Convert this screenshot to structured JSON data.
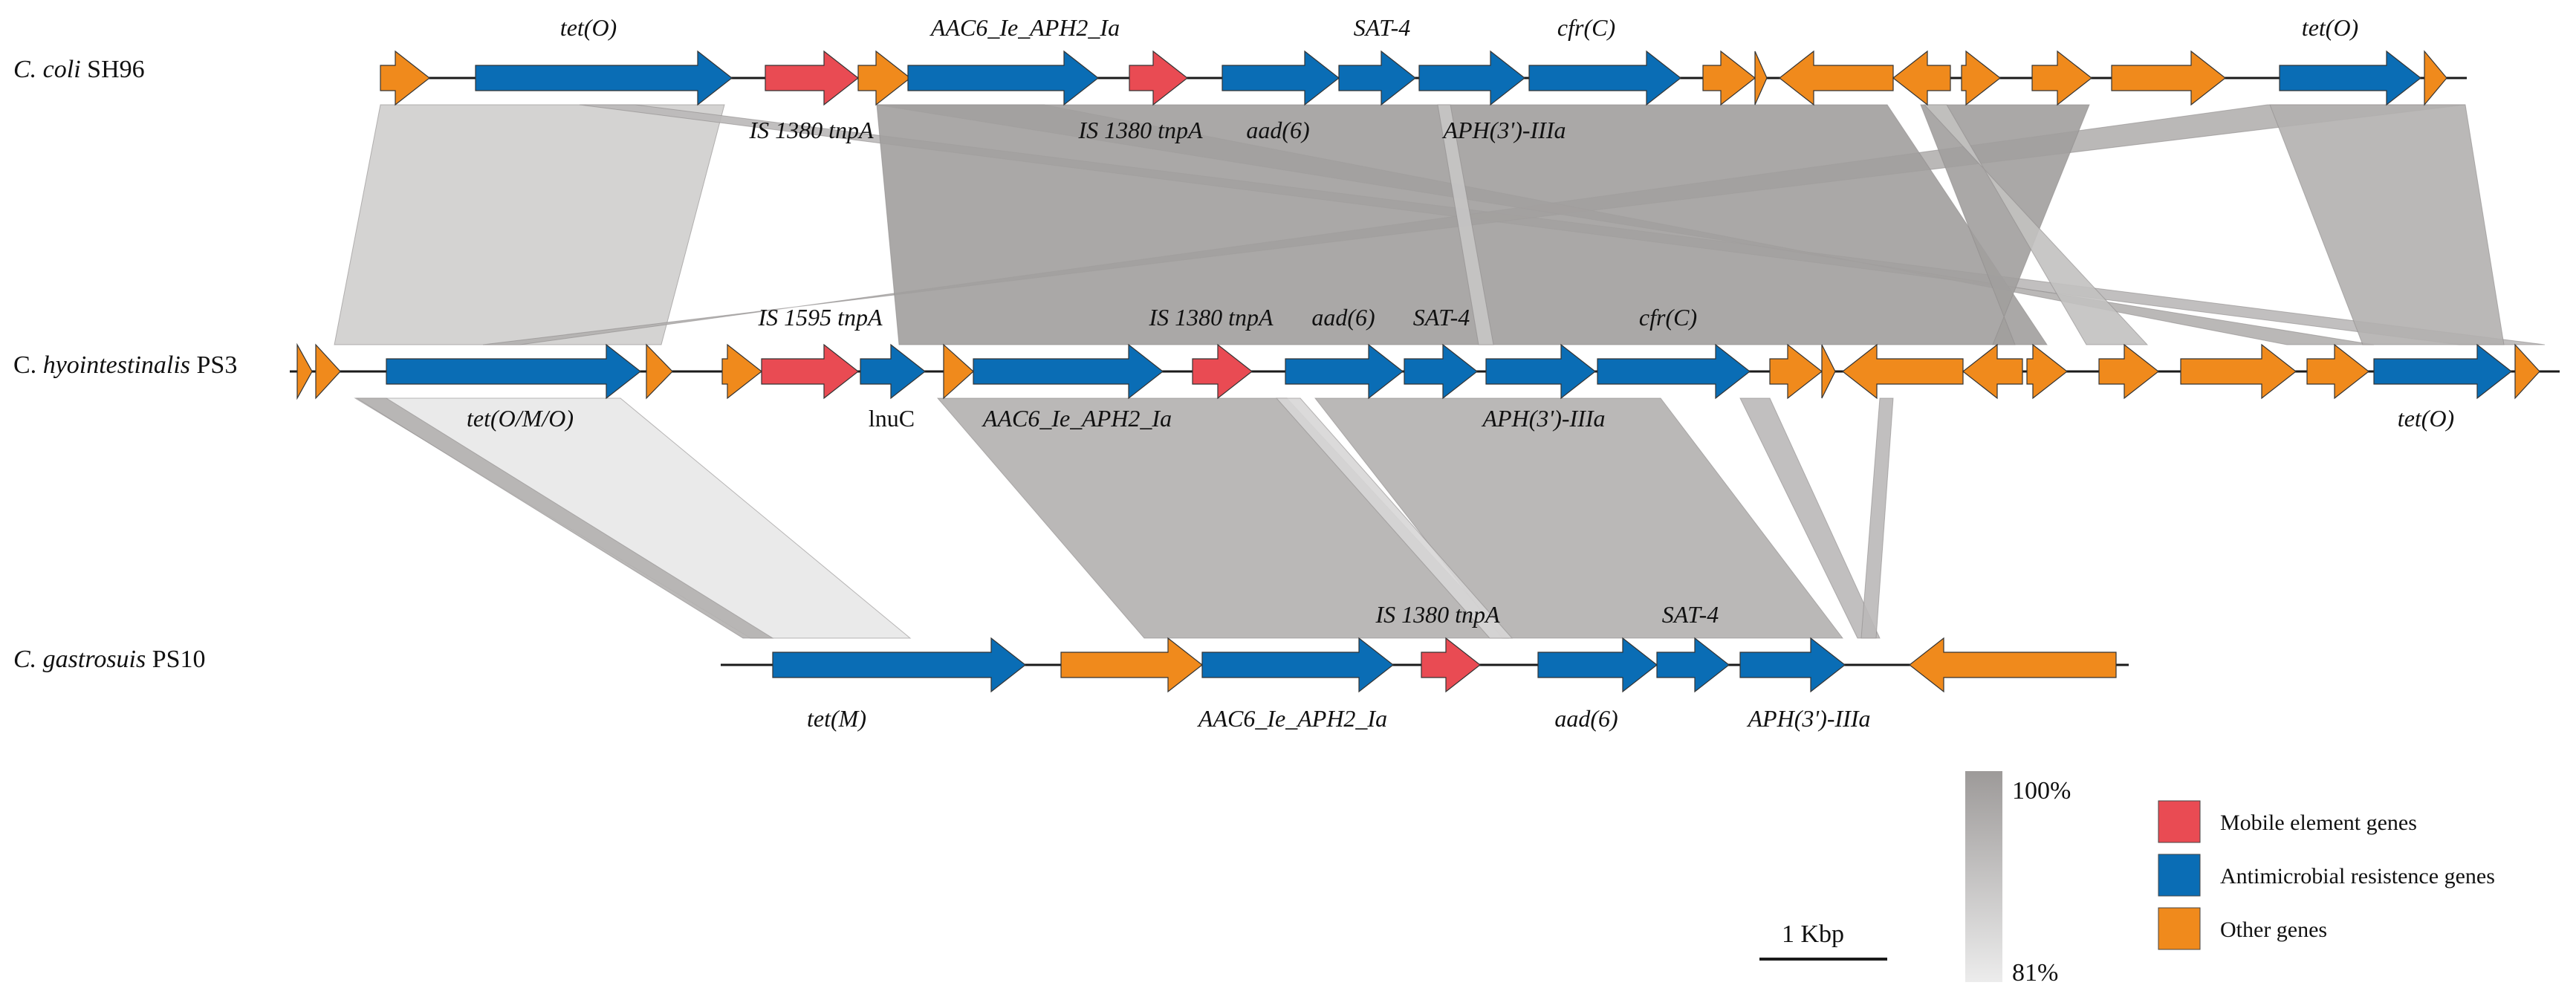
{
  "colors": {
    "mobile": "#E94B53",
    "amr": "#0A6DB5",
    "other": "#F08A1C",
    "line": "#1a1a1a",
    "shade_high": "#9d9a99",
    "shade_low": "#e9e9e9"
  },
  "tracks": [
    {
      "id": "track-coli",
      "label_genus": "C. coli",
      "label_strain": "SH96",
      "genes": [
        {
          "type": "other",
          "dir": "+"
        },
        {
          "type": "amr",
          "dir": "+"
        },
        {
          "type": "mobile",
          "dir": "+"
        },
        {
          "type": "other",
          "dir": "+"
        },
        {
          "type": "amr",
          "dir": "+"
        },
        {
          "type": "mobile",
          "dir": "+"
        },
        {
          "type": "amr",
          "dir": "+"
        },
        {
          "type": "amr",
          "dir": "+"
        },
        {
          "type": "amr",
          "dir": "+"
        },
        {
          "type": "amr",
          "dir": "+"
        },
        {
          "type": "other",
          "dir": "+"
        },
        {
          "type": "other",
          "dir": "+"
        },
        {
          "type": "other",
          "dir": "-"
        },
        {
          "type": "other",
          "dir": "-"
        },
        {
          "type": "other",
          "dir": "+"
        },
        {
          "type": "other",
          "dir": "+"
        },
        {
          "type": "other",
          "dir": "+"
        },
        {
          "type": "amr",
          "dir": "+"
        },
        {
          "type": "other",
          "dir": "+"
        }
      ],
      "labels": [
        "tet(O)",
        "AAC6_Ie_APH2_Ia",
        "SAT-4",
        "cfr(C)",
        "tet(O)",
        "IS 1380 tnpA",
        "IS 1380 tnpA",
        "aad(6)",
        "APH(3')-IIIa"
      ]
    },
    {
      "id": "track-hyo",
      "label_genus": "C. ",
      "label_genus_it": "hyointestinalis",
      "label_strain": "PS3",
      "genes": [
        {
          "type": "other",
          "dir": "+"
        },
        {
          "type": "other",
          "dir": "+"
        },
        {
          "type": "amr",
          "dir": "+"
        },
        {
          "type": "other",
          "dir": "+"
        },
        {
          "type": "other",
          "dir": "+"
        },
        {
          "type": "mobile",
          "dir": "+"
        },
        {
          "type": "amr",
          "dir": "+"
        },
        {
          "type": "other",
          "dir": "+"
        },
        {
          "type": "amr",
          "dir": "+"
        },
        {
          "type": "mobile",
          "dir": "+"
        },
        {
          "type": "amr",
          "dir": "+"
        },
        {
          "type": "amr",
          "dir": "+"
        },
        {
          "type": "amr",
          "dir": "+"
        },
        {
          "type": "amr",
          "dir": "+"
        },
        {
          "type": "other",
          "dir": "+"
        },
        {
          "type": "other",
          "dir": "+"
        },
        {
          "type": "other",
          "dir": "-"
        },
        {
          "type": "other",
          "dir": "-"
        },
        {
          "type": "other",
          "dir": "+"
        },
        {
          "type": "other",
          "dir": "+"
        },
        {
          "type": "other",
          "dir": "+"
        },
        {
          "type": "other",
          "dir": "+"
        },
        {
          "type": "amr",
          "dir": "+"
        },
        {
          "type": "other",
          "dir": "+"
        }
      ],
      "labels": [
        "IS 1595 tnpA",
        "IS 1380 tnpA",
        "aad(6)",
        "SAT-4",
        "cfr(C)",
        "tet(O/M/O)",
        "lnuC",
        "AAC6_Ie_APH2_Ia",
        "APH(3')-IIIa",
        "tet(O)"
      ]
    },
    {
      "id": "track-gastro",
      "label_genus": "C. gastrosuis",
      "label_strain": "PS10",
      "genes": [
        {
          "type": "amr",
          "dir": "+"
        },
        {
          "type": "other",
          "dir": "+"
        },
        {
          "type": "amr",
          "dir": "+"
        },
        {
          "type": "mobile",
          "dir": "+"
        },
        {
          "type": "amr",
          "dir": "+"
        },
        {
          "type": "amr",
          "dir": "+"
        },
        {
          "type": "amr",
          "dir": "+"
        },
        {
          "type": "other",
          "dir": "-"
        }
      ],
      "labels": [
        "IS 1380 tnpA",
        "SAT-4",
        "tet(M)",
        "AAC6_Ie_APH2_Ia",
        "aad(6)",
        "APH(3')-IIIa"
      ]
    }
  ],
  "homology": [
    {
      "from": "coli",
      "to": "hyo",
      "identity": 0.88
    },
    {
      "from": "coli",
      "to": "hyo",
      "identity": 0.93
    },
    {
      "from": "coli",
      "to": "hyo",
      "identity": 0.95
    },
    {
      "from": "coli",
      "to": "hyo",
      "identity": 0.95
    },
    {
      "from": "coli",
      "to": "hyo",
      "identity": 0.99
    },
    {
      "from": "coli",
      "to": "hyo",
      "identity": 0.99
    },
    {
      "from": "coli",
      "to": "hyo",
      "identity": 0.91
    },
    {
      "from": "coli",
      "to": "hyo",
      "identity": 0.9
    },
    {
      "from": "coli",
      "to": "hyo",
      "identity": 0.95
    },
    {
      "from": "hyo",
      "to": "gastro",
      "identity": 0.82
    },
    {
      "from": "hyo",
      "to": "gastro",
      "identity": 0.95
    },
    {
      "from": "hyo",
      "to": "gastro",
      "identity": 0.95
    },
    {
      "from": "hyo",
      "to": "gastro",
      "identity": 0.95
    },
    {
      "from": "hyo",
      "to": "gastro",
      "identity": 0.86
    },
    {
      "from": "hyo",
      "to": "gastro",
      "identity": 0.93
    },
    {
      "from": "hyo",
      "to": "gastro",
      "identity": 0.93
    }
  ],
  "identity_scale": {
    "max_label": "100%",
    "min_label": "81%"
  },
  "scale_bar": {
    "label": "1 Kbp"
  },
  "legend": [
    {
      "type": "mobile",
      "label": "Mobile element genes"
    },
    {
      "type": "amr",
      "label": "Antimicrobial resistence genes"
    },
    {
      "type": "other",
      "label": "Other genes"
    }
  ]
}
